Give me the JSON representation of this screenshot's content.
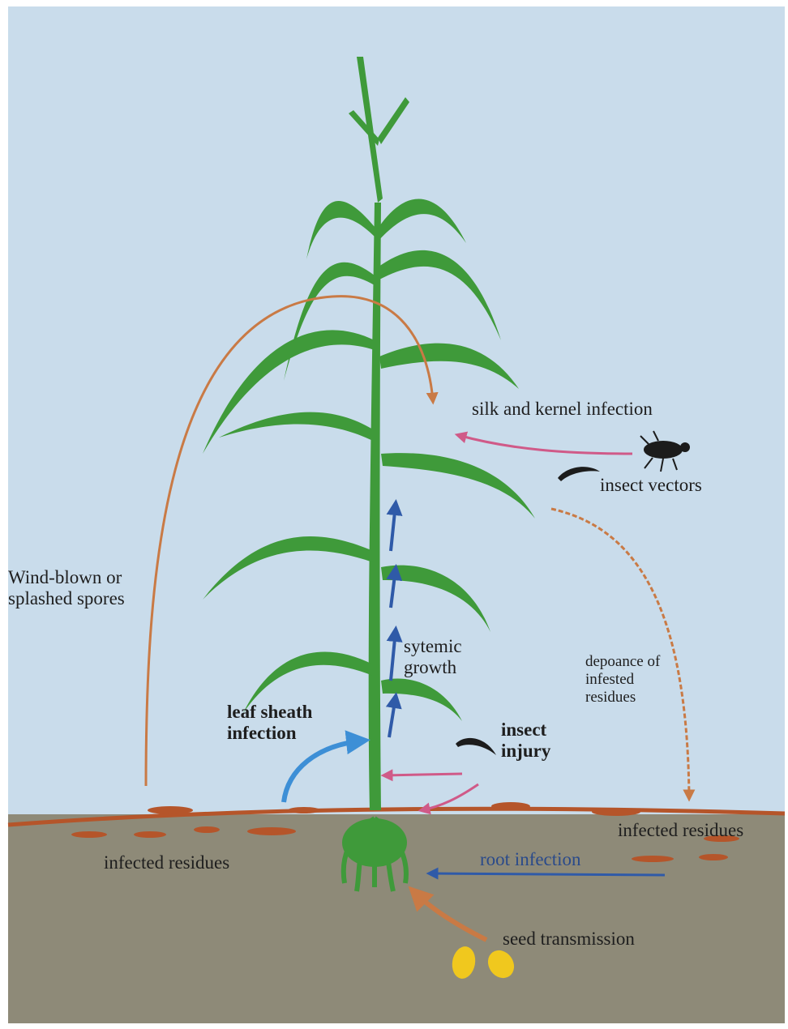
{
  "labels": {
    "wind_blown": "Wind-blown or splashed spores",
    "silk_kernel": "silk and kernel infection",
    "insect_vectors": "insect vectors",
    "systemic_growth": "sytemic growth",
    "dispersal": "depoance of infested residues",
    "leaf_sheath": "leaf sheath infection",
    "insect_injury": "insect injury",
    "infected_residues_right": "infected residues",
    "infected_residues_left": "infected residues",
    "root_infection": "root infection",
    "seed_transmission": "seed transmission"
  },
  "colors": {
    "sky": "#c9dceb",
    "soil": "#8e8a78",
    "plant": "#3f9a3a",
    "residue": "#b5552a",
    "arrow_orange": "#c97a45",
    "arrow_pink": "#d05a88",
    "arrow_blue": "#2f5aa8",
    "arrow_lightblue": "#3d8fd6",
    "seed": "#f0c81e",
    "insect": "#1c1c1c"
  },
  "icons": [
    "corn-plant-icon",
    "insect-icon",
    "larva-icon",
    "seed-icon"
  ]
}
